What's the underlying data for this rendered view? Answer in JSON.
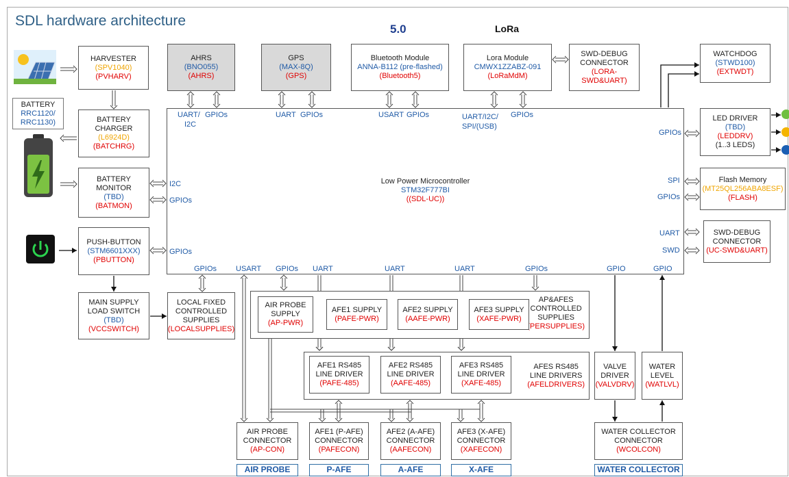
{
  "title": "SDL hardware architecture",
  "logos": {
    "bluetooth": "5.0",
    "lora": "LoRa"
  },
  "battery_label": {
    "line1": "BATTERY",
    "line2": "RRC1120/",
    "line3": "RRC1130)"
  },
  "blocks": {
    "harvester": {
      "l1": "HARVESTER",
      "l2": "(SPV1040)",
      "l3": "(PVHARV)"
    },
    "ahrs": {
      "l1": "AHRS",
      "l2": "(BNO055)",
      "l3": "(AHRS)"
    },
    "gps": {
      "l1": "GPS",
      "l2": "(MAX-8Q)",
      "l3": "(GPS)"
    },
    "bluetooth": {
      "l1": "Bluetooth Module",
      "l2": "ANNA-B112 (pre-flashed)",
      "l3": "(Bluetooth5)"
    },
    "lora": {
      "l1": "Lora Module",
      "l2": "CMWX1ZZABZ-091",
      "l3": "(LoRaMdM)"
    },
    "swd_lora": {
      "l1": "SWD-DEBUG",
      "l2": "CONNECTOR",
      "l3": "(LORA-SWD&UART)"
    },
    "watchdog": {
      "l1": "WATCHDOG",
      "l2": "(STWD100)",
      "l3": "(EXTWDT)"
    },
    "charger": {
      "l1": "BATTERY CHARGER",
      "l2": "(L6924D)",
      "l3": "(BATCHRG)"
    },
    "monitor": {
      "l1": "BATTERY",
      "l2": "MONITOR",
      "l3": "(TBD)",
      "l4": "(BATMON)"
    },
    "pushbutton": {
      "l1": "PUSH-BUTTON",
      "l2": "(STM6601XXX)",
      "l3": "(PBUTTON)"
    },
    "mcu": {
      "l1": "Low Power Microcontroller",
      "l2": "STM32F777BI",
      "l3": "((SDL-UC))"
    },
    "led": {
      "l1": "LED DRIVER",
      "l2": "(TBD)",
      "l3": "(LEDDRV)",
      "l4": "(1..3 LEDS)"
    },
    "flash": {
      "l1": "Flash Memory",
      "l2": "(MT25QL256ABA8ESF)",
      "l3": "(FLASH)"
    },
    "swd_uc": {
      "l1": "SWD-DEBUG",
      "l2": "CONNECTOR",
      "l3": "(UC-SWD&UART)"
    },
    "mainsupply": {
      "l1": "MAIN SUPPLY",
      "l2": "LOAD SWITCH",
      "l3": "(TBD)",
      "l4": "(VCCSWITCH)"
    },
    "localsupplies": {
      "l1": "LOCAL FIXED",
      "l2": "CONTROLLED",
      "l3": "SUPPLIES",
      "l4": "(LOCALSUPPLIES)"
    },
    "persupplies": {
      "l1": "AP&AFES",
      "l2": "CONTROLLED",
      "l3": "SUPPLIES",
      "l4": "(PERSUPPLIES)"
    },
    "airprobe_supply": {
      "l1": "AIR PROBE",
      "l2": "SUPPLY",
      "l3": "(AP-PWR)"
    },
    "afe1_supply": {
      "l1": "AFE1 SUPPLY",
      "l2": "(PAFE-PWR)"
    },
    "afe2_supply": {
      "l1": "AFE2 SUPPLY",
      "l2": "(AAFE-PWR)"
    },
    "afe3_supply": {
      "l1": "AFE3 SUPPLY",
      "l2": "(XAFE-PWR)"
    },
    "afedrivers": {
      "l1": "AFES RS485",
      "l2": "LINE DRIVERS",
      "l3": "(AFELDRIVERS)"
    },
    "afe1_485": {
      "l1": "AFE1 RS485",
      "l2": "LINE DRIVER",
      "l3": "(PAFE-485)"
    },
    "afe2_485": {
      "l1": "AFE2 RS485",
      "l2": "LINE DRIVER",
      "l3": "(AAFE-485)"
    },
    "afe3_485": {
      "l1": "AFE3 RS485",
      "l2": "LINE DRIVER",
      "l3": "(XAFE-485)"
    },
    "valve": {
      "l1": "VALVE",
      "l2": "DRIVER",
      "l3": "(VALVDRV)"
    },
    "waterlevel": {
      "l1": "WATER",
      "l2": "LEVEL",
      "l3": "(WATLVL)"
    },
    "airprobe_con": {
      "l1": "AIR PROBE",
      "l2": "CONNECTOR",
      "l3": "(AP-CON)"
    },
    "afe1_con": {
      "l1": "AFE1 (P-AFE)",
      "l2": "CONNECTOR",
      "l3": "(PAFECON)"
    },
    "afe2_con": {
      "l1": "AFE2 (A-AFE)",
      "l2": "CONNECTOR",
      "l3": "(AAFECON)"
    },
    "afe3_con": {
      "l1": "AFE3 (X-AFE)",
      "l2": "CONNECTOR",
      "l3": "(XAFECON)"
    },
    "water_con": {
      "l1": "WATER COLLECTOR",
      "l2": "CONNECTOR",
      "l3": "(WCOLCON)"
    }
  },
  "pins": {
    "ahrs_uart": "UART/",
    "ahrs_i2c": "I2C",
    "ahrs_gpios": "GPIOs",
    "gps_uart": "UART",
    "gps_gpios": "GPIOs",
    "bt_usart": "USART",
    "bt_gpios": "GPIOs",
    "lora_bus": "UART/I2C/",
    "lora_bus2": "SPI/(USB)",
    "lora_gpios": "GPIOs",
    "mon_i2c": "I2C",
    "mon_gpios": "GPIOs",
    "pb_gpios": "GPIOs",
    "led_gpios": "GPIOs",
    "flash_spi": "SPI",
    "flash_gpios": "GPIOs",
    "swd_uart": "UART",
    "swd_swd": "SWD",
    "b_gpios1": "GPIOs",
    "b_usart": "USART",
    "b_gpios2": "GPIOs",
    "b_uart1": "UART",
    "b_uart2": "UART",
    "b_uart3": "UART",
    "b_gpios3": "GPIOs",
    "b_gpio1": "GPIO",
    "b_gpio2": "GPIO"
  },
  "tabs": {
    "airprobe": "AIR PROBE",
    "pafe": "P-AFE",
    "aafe": "A-AFE",
    "xafe": "X-AFE",
    "water": "WATER COLLECTOR"
  }
}
